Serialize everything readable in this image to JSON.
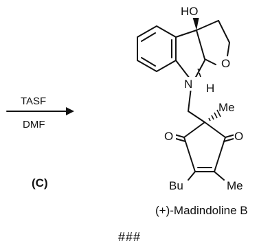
{
  "reaction": {
    "reagent": "TASF",
    "solvent": "DMF",
    "compound_label": "(C)"
  },
  "product": {
    "name": "(+)-Madindoline B",
    "atoms": {
      "hydroxyl": "HO",
      "ring_oxygen": "O",
      "nitrogen": "N",
      "hydrogen": "H",
      "methyl_top": "Me",
      "ketone_left": "O",
      "ketone_right": "O",
      "butyl": "Bu",
      "methyl_bottom": "Me"
    }
  },
  "footer": "###"
}
